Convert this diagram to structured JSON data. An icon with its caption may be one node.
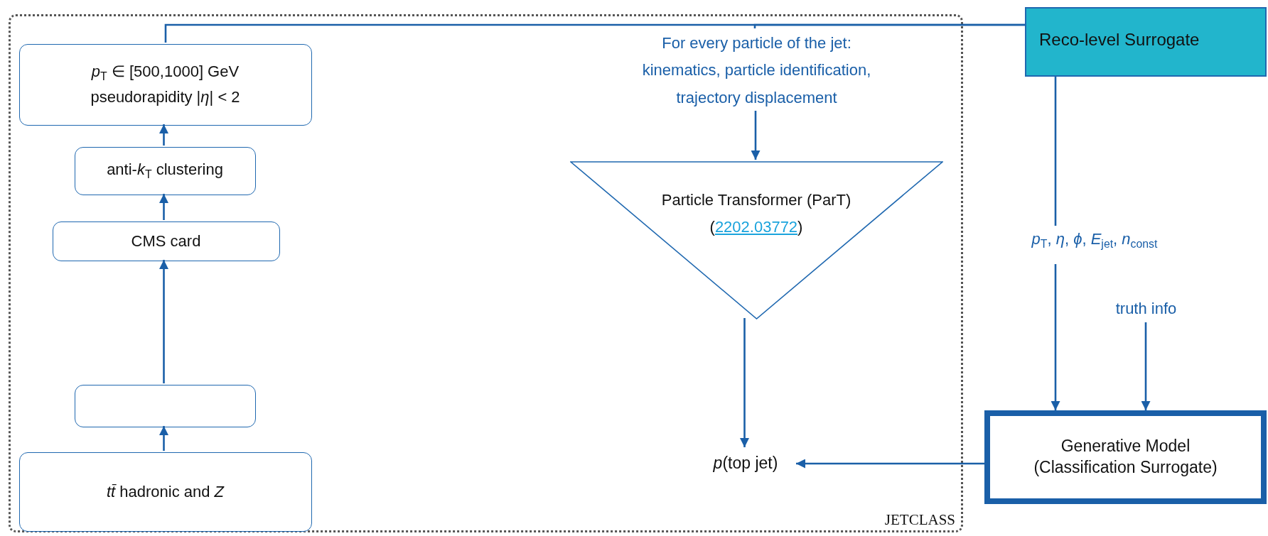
{
  "diagram": {
    "nodes": [
      {
        "text": [
          "JETCLASS"
        ]
      },
      {
        "text": [
          "*p*$_{T}$ ∈ [500,1000] GeV pseudorapidity |*η*| < 2"
        ],
        "in": 0
      },
      {
        "text": [
          "anti-*k*$_{T}$ clustering"
        ],
        "in": 0
      },
      {
        "text": [
          "CMS card"
        ],
        "in": 0
      },
      {
        "text": [],
        "shape": "box",
        "in": 0
      },
      {
        "text": [
          "*tt̄* hadronic and *Z*"
        ],
        "in": 0
      },
      {
        "text": [
          "For every particle of the jet: kinematics, particle identification, trajectory displacement"
        ],
        "in": 0
      },
      {
        "text": [
          "Particle Transformer (ParT)",
          "(2202.03772)"
        ],
        "in": 0
      },
      {
        "text": [
          "*p*(top jet)"
        ],
        "in": 0
      },
      {
        "text": [
          "Reco-level Surrogate"
        ]
      },
      {
        "text": [
          "*p*$_{T}$, *η*, *ϕ*, *E*$_{jet}$, *n*$_{const}$"
        ]
      },
      {
        "text": [
          "truth info"
        ]
      },
      {
        "text": [
          "Generative Model (Classification Surrogate)"
        ]
      }
    ],
    "edges": [
      {
        "from": 5,
        "to": 4,
        "arrow": "to"
      },
      {
        "from": 4,
        "to": 3,
        "arrow": "to"
      },
      {
        "from": 3,
        "to": 2,
        "arrow": "to"
      },
      {
        "from": 2,
        "to": 1,
        "arrow": "to"
      },
      {
        "from": 9,
        "to": 1,
        "arrow": "none"
      },
      {
        "from": 9,
        "to": 6,
        "arrow": "none"
      },
      {
        "from": 6,
        "to": 7,
        "arrow": "to"
      },
      {
        "from": 7,
        "to": 8,
        "arrow": "to"
      },
      {
        "from": 9,
        "to": 10,
        "arrow": "none"
      },
      {
        "from": 10,
        "to": 12,
        "arrow": "to"
      },
      {
        "from": 11,
        "to": 12,
        "arrow": "to"
      },
      {
        "from": 12,
        "to": 8,
        "arrow": "to"
      }
    ]
  }
}
